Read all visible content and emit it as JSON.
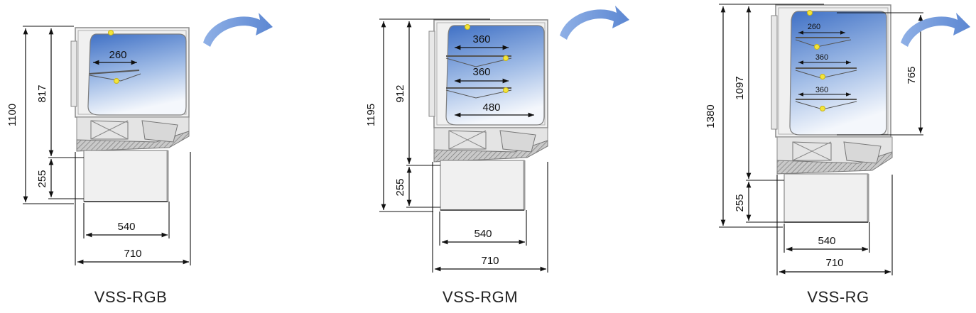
{
  "models": [
    {
      "name": "VSS-RGB",
      "height_total": "1100",
      "height_upper": "817",
      "height_base": "255",
      "width_inner": "540",
      "width_total": "710",
      "shelves": [
        "260"
      ]
    },
    {
      "name": "VSS-RGM",
      "height_total": "1195",
      "height_upper": "912",
      "height_base": "255",
      "width_inner": "540",
      "width_total": "710",
      "shelves": [
        "360",
        "360",
        "480"
      ]
    },
    {
      "name": "VSS-RG",
      "height_total": "1380",
      "height_upper": "1097",
      "height_base": "255",
      "height_glass": "765",
      "width_inner": "540",
      "width_total": "710",
      "shelves": [
        "260",
        "360",
        "360"
      ]
    }
  ],
  "colors": {
    "glass_top": "#3d6fc4",
    "glass_bottom": "#f1f5fb",
    "arrow": "#6f95d6",
    "frame": "#8a8a8a",
    "light": "#f3e43a"
  },
  "icons": [
    "door-open-arrow-icon"
  ]
}
